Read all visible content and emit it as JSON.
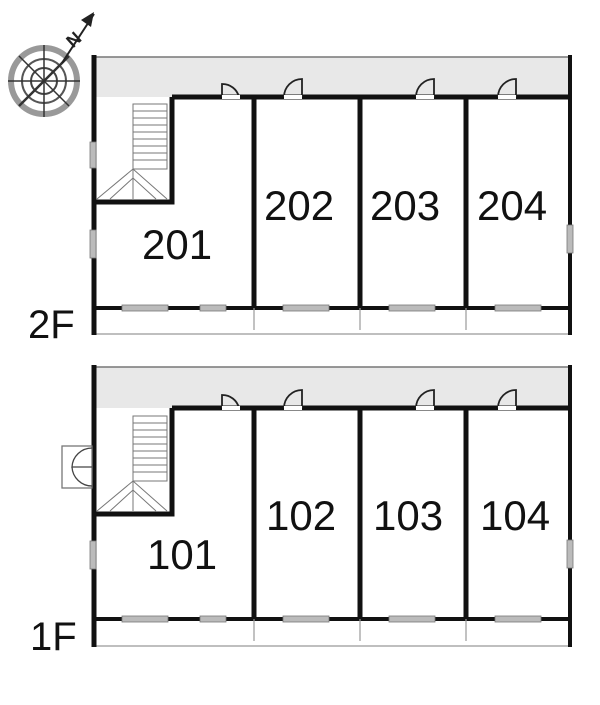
{
  "compass": {
    "label": "N"
  },
  "floors": [
    {
      "label": "2F",
      "rooms": [
        "201",
        "202",
        "203",
        "204"
      ]
    },
    {
      "label": "1F",
      "rooms": [
        "101",
        "102",
        "103",
        "104"
      ]
    }
  ],
  "colors": {
    "wall": "#111111",
    "corridor": "#e8e8e8",
    "thin": "#888888"
  }
}
